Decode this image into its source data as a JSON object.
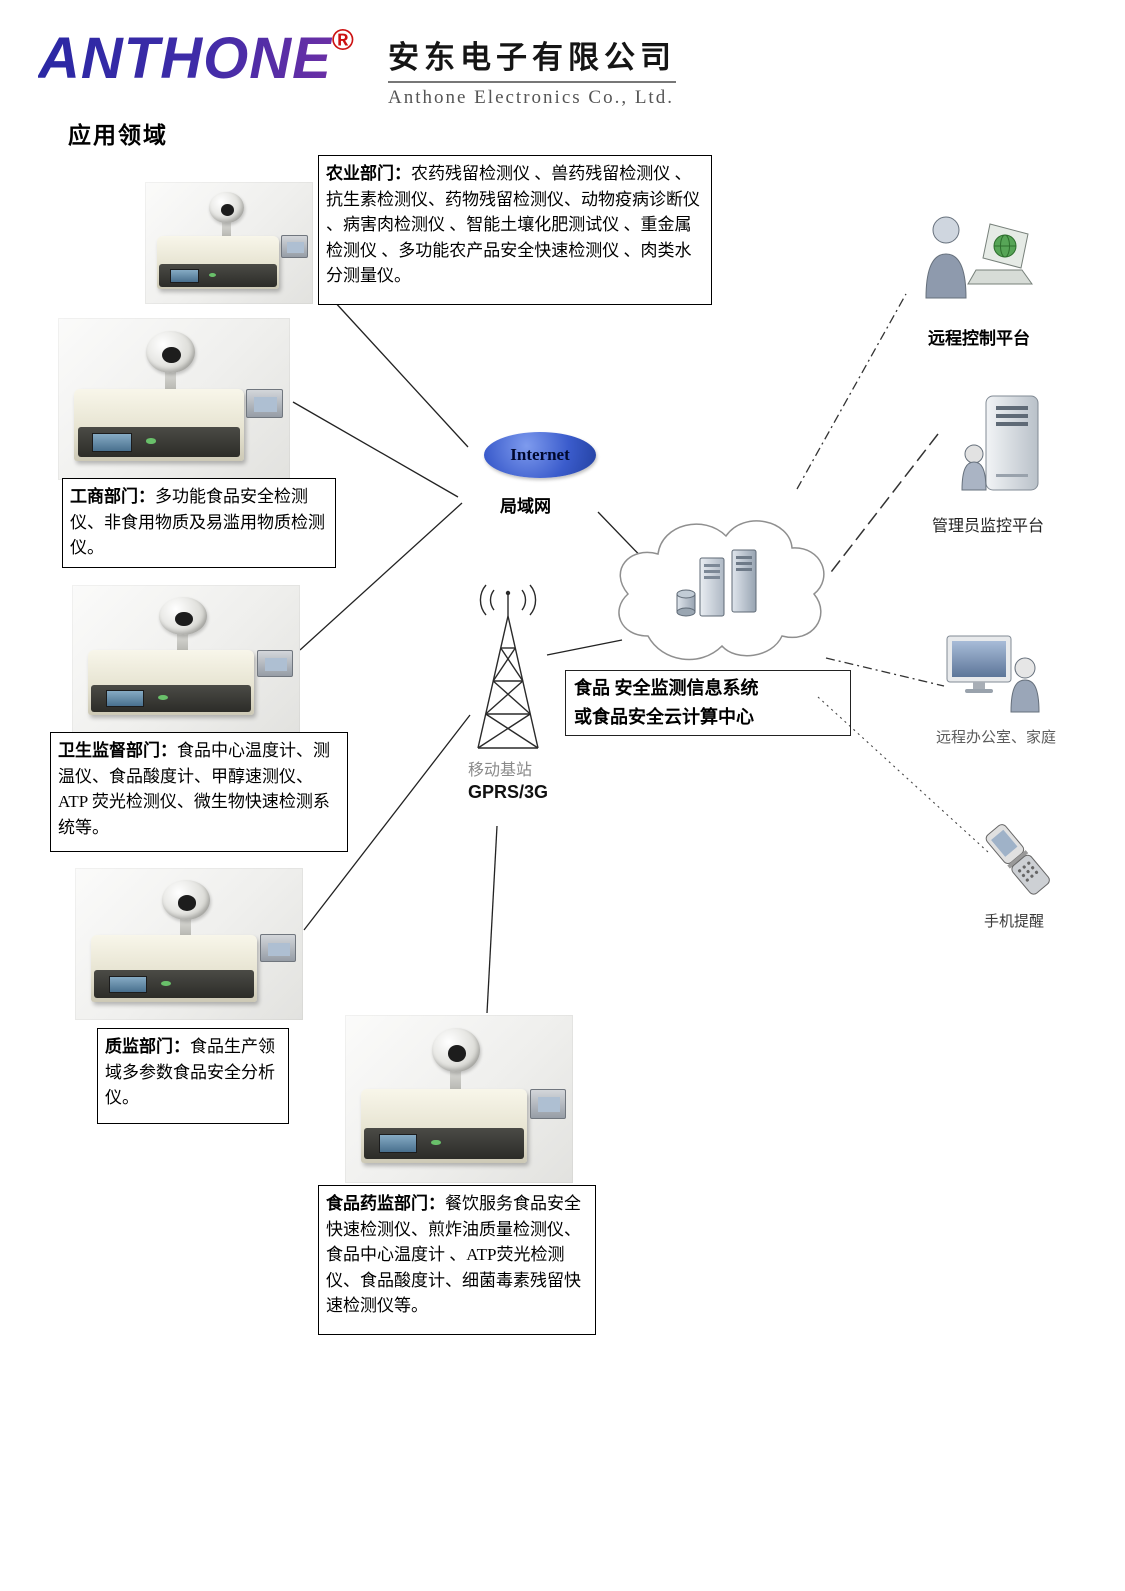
{
  "header": {
    "logo": "ANTHONE",
    "registered": "®",
    "company_cn": "安东电子有限公司",
    "company_en": "Anthone Electronics Co., Ltd."
  },
  "page_title": "应用领域",
  "boxes": {
    "agriculture": {
      "label": "农业部门：",
      "text": "农药残留检测仪 、兽药残留检测仪 、抗生素检测仪、药物残留检测仪、动物疫病诊断仪 、病害肉检测仪 、智能土壤化肥测试仪 、重金属检测仪 、多功能农产品安全快速检测仪 、肉类水分测量仪。"
    },
    "industry": {
      "label": "工商部门：",
      "text": "多功能食品安全检测仪、非食用物质及易滥用物质检测仪。"
    },
    "health": {
      "label": "卫生监督部门：",
      "text": "食品中心温度计、测温仪、食品酸度计、甲醇速测仪、ATP 荧光检测仪、微生物快速检测系统等。"
    },
    "quality": {
      "label": "质监部门：",
      "text": "食品生产领域多参数食品安全分析仪。"
    },
    "food_drug": {
      "label": "食品药监部门：",
      "text": "餐饮服务食品安全快速检测仪、煎炸油质量检测仪、食品中心温度计 、ATP荧光检测仪、食品酸度计、细菌毒素残留快速检测仪等。"
    }
  },
  "network": {
    "internet": "Internet",
    "lan": "局域网",
    "system_line1": "食品 安全监测信息系统",
    "system_line2": "或食品安全云计算中心",
    "base_station": "移动基站",
    "base_tech": "GPRS/3G"
  },
  "endpoints": {
    "remote_control": "远程控制平台",
    "admin_monitor": "管理员监控平台",
    "remote_office": "远程办公室、家庭",
    "phone_alert": "手机提醒"
  },
  "icons": {
    "remote_control": "person-laptop-icon",
    "admin_monitor": "server-person-icon",
    "remote_office": "monitor-person-icon",
    "phone_alert": "flip-phone-icon",
    "hub": "cloud-servers-icon",
    "base_station": "radio-tower-icon"
  },
  "colors": {
    "logo_blue": "#2a28a4",
    "logo_purple": "#6a2fa5",
    "registered_red": "#cc1111",
    "internet_blue": "#3b5ccc"
  }
}
